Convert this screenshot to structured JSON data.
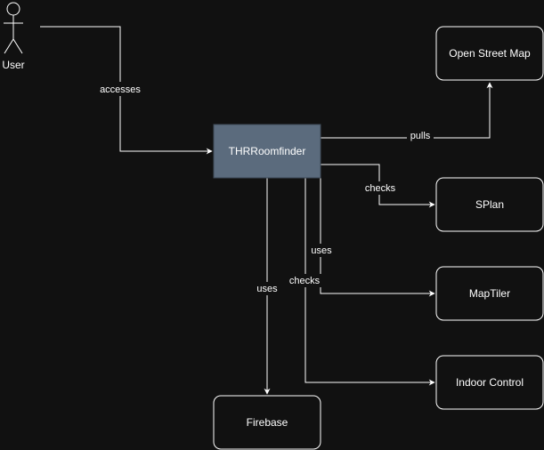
{
  "actor": {
    "label": "User"
  },
  "nodes": {
    "main": "THRRoomfinder",
    "osm": "Open Street Map",
    "splan": "SPlan",
    "maptiler": "MapTiler",
    "indoor": "Indoor Control",
    "firebase": "Firebase"
  },
  "edges": {
    "accesses": "accesses",
    "pulls": "pulls",
    "checks_splan": "checks",
    "uses_maptiler": "uses",
    "checks_indoor": "checks",
    "uses_firebase": "uses"
  },
  "colors": {
    "background": "#111111",
    "main_fill": "#5b6b7d",
    "stroke": "#ffffff"
  }
}
